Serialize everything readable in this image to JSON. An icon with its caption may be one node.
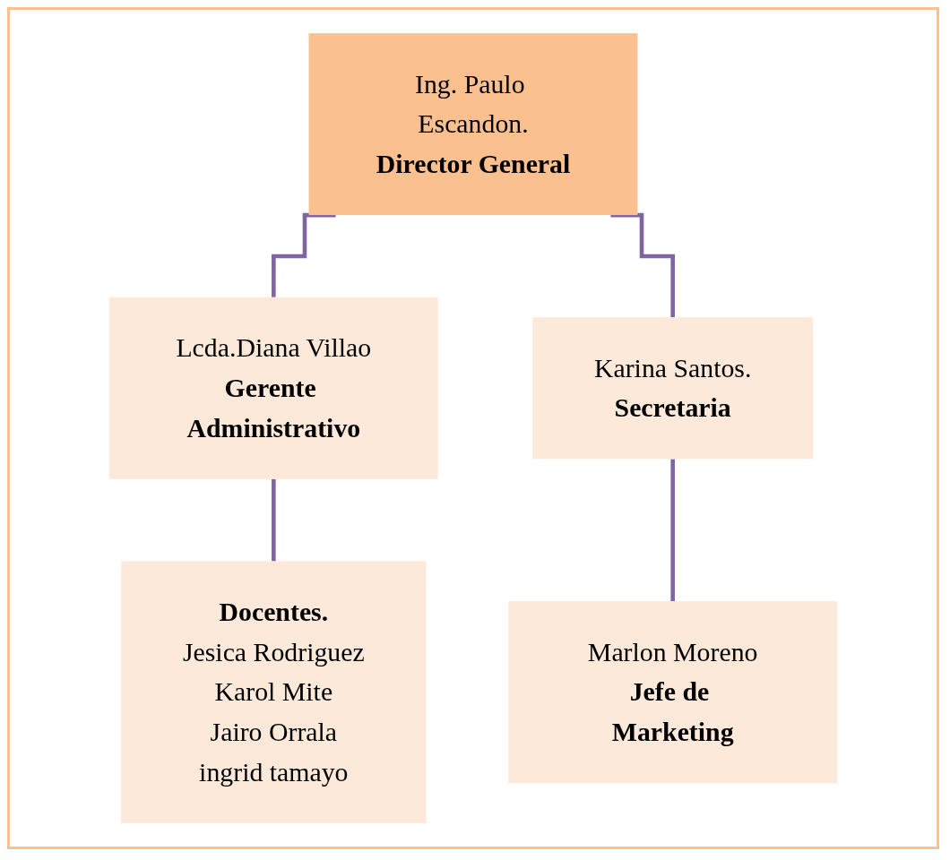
{
  "diagram": {
    "nodes": [
      {
        "text": [
          "Ing. Paulo Escandon.",
          "Director General"
        ]
      },
      {
        "text": [
          "Lcda.Diana Villao",
          "Gerente Administrativo"
        ]
      },
      {
        "text": [
          "Karina Santos.",
          "Secretaria"
        ]
      },
      {
        "text": [
          "Docentes.",
          "Jesica Rodriguez",
          "Karol Mite",
          "Jairo Orrala",
          "ingrid tamayo"
        ]
      },
      {
        "text": [
          "Marlon Moreno",
          "Jefe de Marketing"
        ]
      }
    ],
    "edges": [
      {
        "from": 0,
        "to": 1,
        "arrow": "none"
      },
      {
        "from": 0,
        "to": 2,
        "arrow": "none"
      },
      {
        "from": 1,
        "to": 3,
        "arrow": "none"
      },
      {
        "from": 2,
        "to": 4,
        "arrow": "none"
      }
    ]
  }
}
